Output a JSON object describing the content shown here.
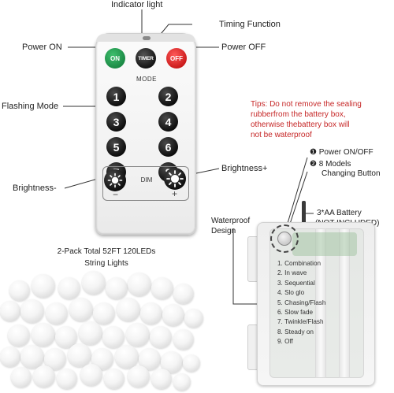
{
  "labels": {
    "indicator_light": "Indicator light",
    "timing_function": "Timing Function",
    "power_on": "Power ON",
    "power_off": "Power OFF",
    "flashing_mode": "Flashing Mode",
    "brightness_plus": "Brightness+",
    "brightness_minus": "Brightness-"
  },
  "remote": {
    "on_label": "ON",
    "timer_label": "TIMER",
    "off_label": "OFF",
    "mode_label": "MODE",
    "numbers": [
      "1",
      "2",
      "3",
      "4",
      "5",
      "6",
      "7",
      "8"
    ],
    "dim_label": "DIM",
    "minus": "−",
    "plus": "+"
  },
  "tip": {
    "line1": "Tips: Do not remove the sealing",
    "line2": "rubberfrom the battery box,",
    "line3": "otherwise thebattery box will",
    "line4": "not be waterproof"
  },
  "battery_legend": {
    "item1": "❶ Power ON/OFF",
    "item2a": "❷ 8 Models",
    "item2b": "Changing Button",
    "battery_a": "3*AA Battery",
    "battery_b": "(NOT INCLUDED)",
    "waterproof_a": "Waterproof",
    "waterproof_b": "Design"
  },
  "box_modes": [
    "1. Combination",
    "2. In wave",
    "3. Sequential",
    "4. Slo glo",
    "5. Chasing/Flash",
    "6. Slow fade",
    "7. Twinkle/Flash",
    "8. Steady on",
    "9. Off"
  ],
  "lights": {
    "caption_1": "2-Pack Total 52FT 120LEDs",
    "caption_2": "String Lights"
  },
  "colors": {
    "on_green": "#1c8a45",
    "off_red": "#c81818",
    "tip_red": "#c62828",
    "button_black": "#0d0d0d"
  }
}
